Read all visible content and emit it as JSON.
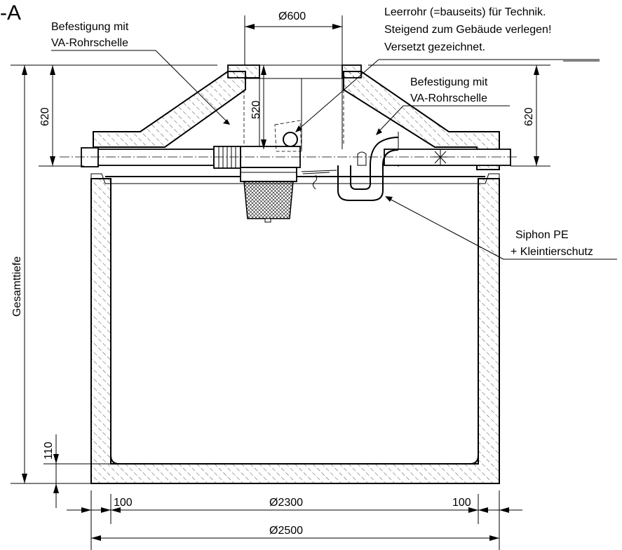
{
  "section_label": "-A",
  "dimensions": {
    "d_cover": "Ø600",
    "h_cone_left": "620",
    "h_cone_right": "620",
    "h_inner": "520",
    "total_depth": "Gesamttiefe",
    "floor_thickness": "110",
    "wall_left": "100",
    "wall_right": "100",
    "d_inner": "Ø2300",
    "d_outer": "Ø2500"
  },
  "callouts": {
    "left_fix": [
      "Befestigung mit",
      "VA-Rohrschelle"
    ],
    "conduit": [
      "Leerrohr (=bauseits) für Technik.",
      "Steigend zum Gebäude verlegen!",
      "Versetzt gezeichnet."
    ],
    "right_fix": [
      "Befestigung mit",
      "VA-Rohrschelle"
    ],
    "siphon": [
      "Siphon PE",
      "+ Kleintierschutz"
    ]
  }
}
